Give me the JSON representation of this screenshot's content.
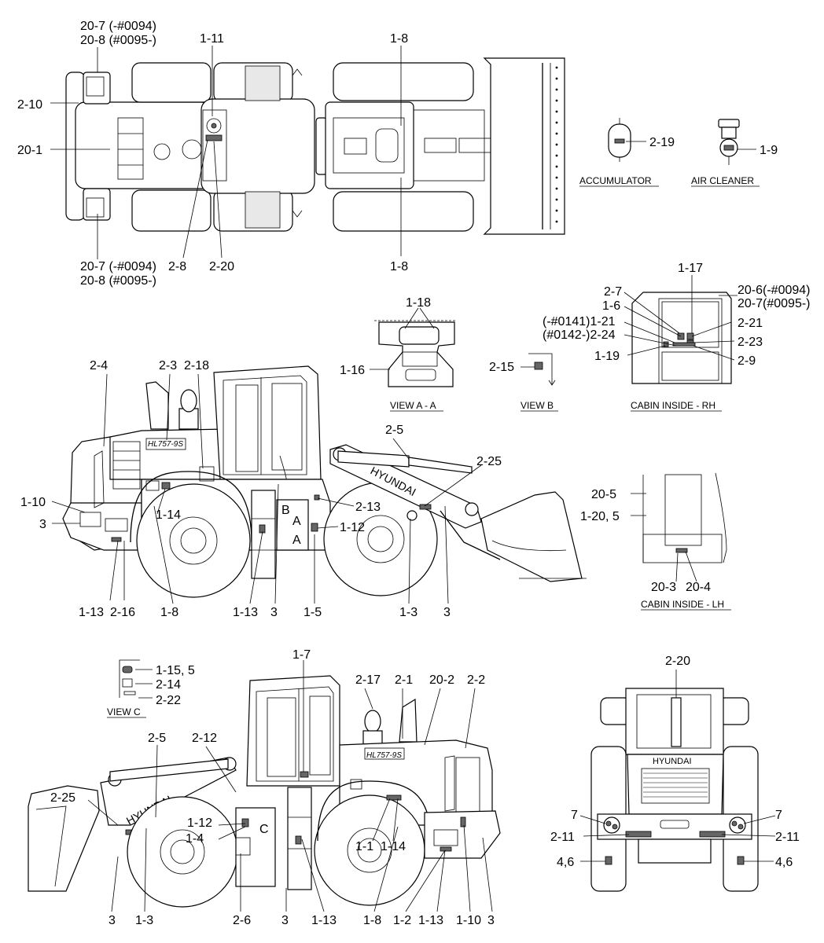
{
  "views": {
    "view_a": "VIEW A - A",
    "view_b": "VIEW B",
    "view_c": "VIEW C",
    "cabin_rh": "CABIN INSIDE - RH",
    "cabin_lh": "CABIN INSIDE - LH",
    "accumulator": "ACCUMULATOR",
    "air_cleaner": "AIR CLEANER"
  },
  "brand": {
    "hyundai": "HYUNDAI",
    "model": "HL757-9S",
    "letter_a": "A",
    "letter_b": "B",
    "letter_c": "C"
  },
  "labels": {
    "top": [
      "20-7 (-#0094)",
      "20-8 (#0095-)",
      "2-10",
      "20-1",
      "1-11",
      "2-8",
      "2-20",
      "1-8",
      "1-8",
      "20-7 (-#0094)",
      "20-8 (#0095-)"
    ],
    "acc": [
      "2-19",
      "1-9"
    ],
    "view_a": [
      "1-18",
      "1-16"
    ],
    "view_b": [
      "2-15"
    ],
    "cabin_rh": [
      "1-17",
      "2-7",
      "1-6",
      "(-#0141)1-21",
      "(#0142-)2-24",
      "1-19",
      "20-6(-#0094)",
      "20-7(#0095-)",
      "2-21",
      "2-23",
      "2-9"
    ],
    "side_r": [
      "2-4",
      "2-3",
      "2-18",
      "2-5",
      "2-25",
      "1-10",
      "3",
      "1-14",
      "2-13",
      "1-12",
      "1-13",
      "2-16",
      "1-8",
      "1-13",
      "3",
      "1-5",
      "1-3",
      "3"
    ],
    "cabin_lh": [
      "20-5",
      "1-20, 5",
      "20-3",
      "20-4"
    ],
    "view_c": [
      "1-15, 5",
      "2-14",
      "2-22"
    ],
    "side_l": [
      "1-7",
      "2-17",
      "2-1",
      "20-2",
      "2-2",
      "2-12",
      "2-5",
      "2-25",
      "1-12",
      "1-4",
      "1-1",
      "1-14",
      "3",
      "1-3",
      "2-6",
      "3",
      "1-13",
      "1-8",
      "1-2",
      "1-13",
      "1-10",
      "3"
    ],
    "rear": [
      "2-20",
      "7",
      "7",
      "2-11",
      "2-11",
      "4,6",
      "4,6"
    ]
  }
}
